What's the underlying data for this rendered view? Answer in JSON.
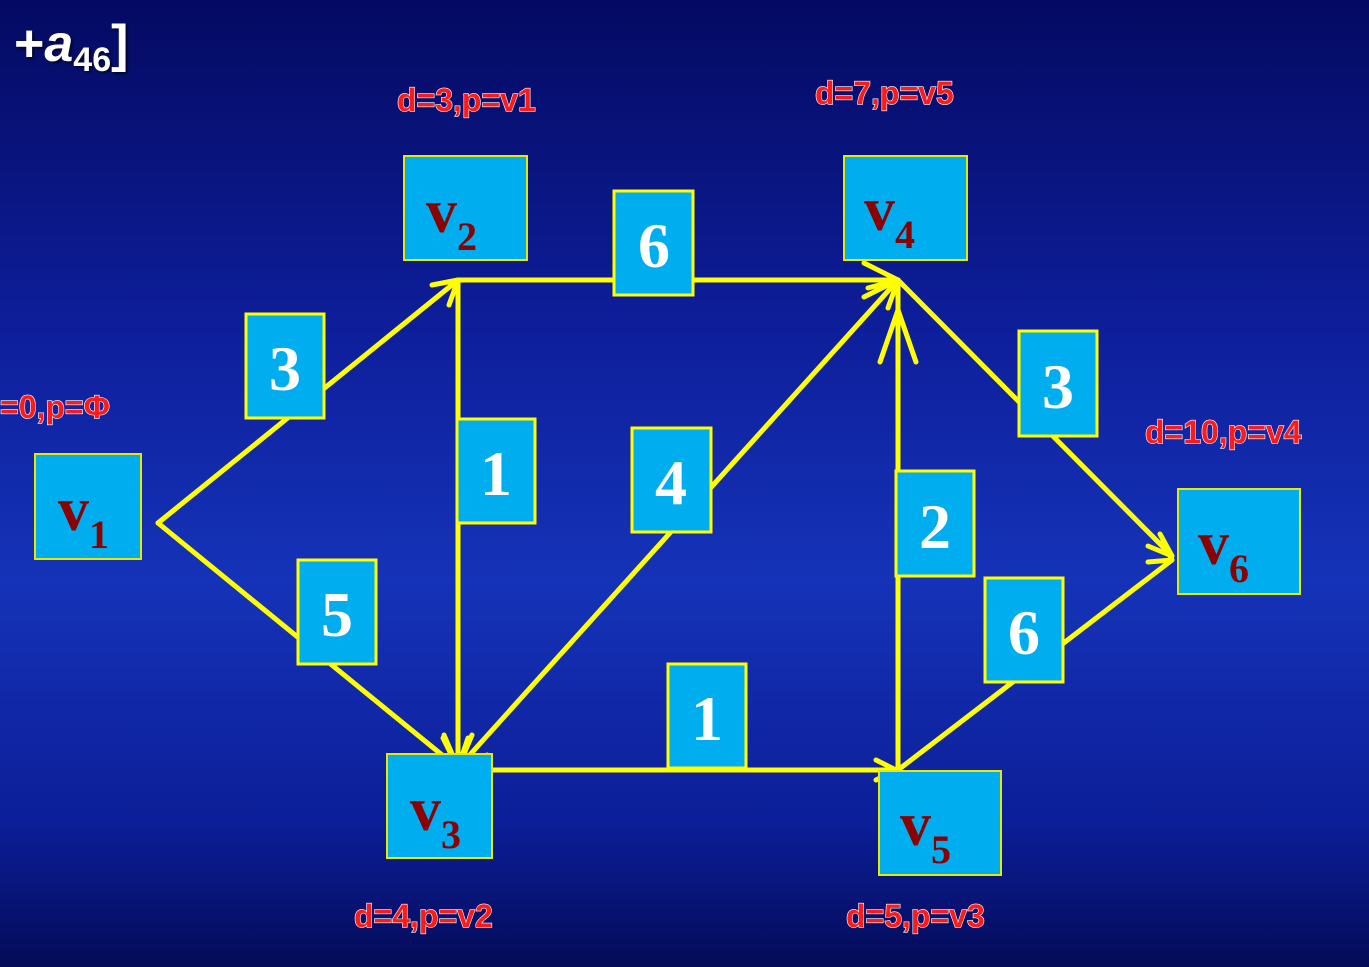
{
  "header": {
    "plus": "+",
    "var": "a",
    "sub": "46",
    "bracket": "]"
  },
  "nodes": [
    {
      "id": "v1",
      "letter": "v",
      "sub": "1",
      "dist": "=0,p=Φ"
    },
    {
      "id": "v2",
      "letter": "v",
      "sub": "2",
      "dist": "d=3,p=v1"
    },
    {
      "id": "v3",
      "letter": "v",
      "sub": "3",
      "dist": "d=4,p=v2"
    },
    {
      "id": "v4",
      "letter": "v",
      "sub": "4",
      "dist": "d=7,p=v5"
    },
    {
      "id": "v5",
      "letter": "v",
      "sub": "5",
      "dist": "d=5,p=v3"
    },
    {
      "id": "v6",
      "letter": "v",
      "sub": "6",
      "dist": "d=10,p=v4"
    }
  ],
  "edges": [
    {
      "from": "v1",
      "to": "v2",
      "weight": "3"
    },
    {
      "from": "v1",
      "to": "v3",
      "weight": "5"
    },
    {
      "from": "v2",
      "to": "v4",
      "weight": "6"
    },
    {
      "from": "v2",
      "to": "v3",
      "weight": "1"
    },
    {
      "from": "v3",
      "to": "v4",
      "weight": "4"
    },
    {
      "from": "v3",
      "to": "v5",
      "weight": "1"
    },
    {
      "from": "v5",
      "to": "v4",
      "weight": "2"
    },
    {
      "from": "v4",
      "to": "v6",
      "weight": "3"
    },
    {
      "from": "v5",
      "to": "v6",
      "weight": "6"
    }
  ],
  "colors": {
    "edge": "#ffff00",
    "box": "#00aeef",
    "node_text": "#8b0000",
    "weight_text": "#ffffff",
    "dist_text": "#ff1a1a"
  }
}
